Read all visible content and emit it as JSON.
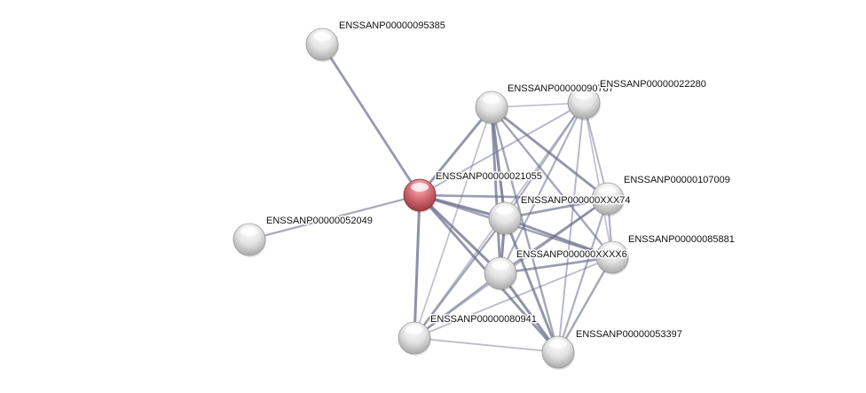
{
  "network": {
    "query_color": "#cc5a62",
    "node_color": "#dedede",
    "edge_color": "#6b6f8c",
    "nodes": [
      {
        "id": "n95385",
        "label": "ENSSANP00000095385",
        "query": false
      },
      {
        "id": "n90787",
        "label": "ENSSANP00000090787",
        "query": false
      },
      {
        "id": "n22280",
        "label": "ENSSANP00000022280",
        "query": false
      },
      {
        "id": "n21055",
        "label": "ENSSANP00000021055",
        "query": true
      },
      {
        "id": "n107009",
        "label": "ENSSANP00000107009",
        "query": false
      },
      {
        "id": "nXX74",
        "label": "ENSSANP000000XXX74",
        "query": false
      },
      {
        "id": "n52049",
        "label": "ENSSANP00000052049",
        "query": false
      },
      {
        "id": "n85881",
        "label": "ENSSANP00000085881",
        "query": false
      },
      {
        "id": "nXX6",
        "label": "ENSSANP000000XXXX6",
        "query": false
      },
      {
        "id": "n80941",
        "label": "ENSSANP00000080941",
        "query": false
      },
      {
        "id": "n53397",
        "label": "ENSSANP00000053397",
        "query": false
      }
    ],
    "edges": [
      {
        "s": "n95385",
        "t": "n21055",
        "strength": 0.75
      },
      {
        "s": "n52049",
        "t": "n21055",
        "strength": 0.55
      },
      {
        "s": "n21055",
        "t": "n90787",
        "strength": 0.8
      },
      {
        "s": "n21055",
        "t": "n22280",
        "strength": 0.4
      },
      {
        "s": "n21055",
        "t": "nXX74",
        "strength": 0.9
      },
      {
        "s": "n21055",
        "t": "n107009",
        "strength": 0.7
      },
      {
        "s": "n21055",
        "t": "nXX6",
        "strength": 0.85
      },
      {
        "s": "n21055",
        "t": "n85881",
        "strength": 0.65
      },
      {
        "s": "n21055",
        "t": "n80941",
        "strength": 0.85
      },
      {
        "s": "n21055",
        "t": "n53397",
        "strength": 0.8
      },
      {
        "s": "n90787",
        "t": "n22280",
        "strength": 0.3
      },
      {
        "s": "n90787",
        "t": "nXX74",
        "strength": 0.9
      },
      {
        "s": "n90787",
        "t": "n107009",
        "strength": 0.8
      },
      {
        "s": "n90787",
        "t": "nXX6",
        "strength": 0.8
      },
      {
        "s": "n90787",
        "t": "n85881",
        "strength": 0.6
      },
      {
        "s": "n90787",
        "t": "n80941",
        "strength": 0.3
      },
      {
        "s": "n90787",
        "t": "n53397",
        "strength": 0.6
      },
      {
        "s": "n22280",
        "t": "nXX74",
        "strength": 0.5
      },
      {
        "s": "n22280",
        "t": "n107009",
        "strength": 0.4
      },
      {
        "s": "n22280",
        "t": "nXX6",
        "strength": 0.5
      },
      {
        "s": "n22280",
        "t": "n85881",
        "strength": 0.3
      },
      {
        "s": "n22280",
        "t": "n53397",
        "strength": 0.4
      },
      {
        "s": "n22280",
        "t": "n80941",
        "strength": 0.3
      },
      {
        "s": "nXX74",
        "t": "n107009",
        "strength": 0.7
      },
      {
        "s": "nXX74",
        "t": "nXX6",
        "strength": 0.9
      },
      {
        "s": "nXX74",
        "t": "n85881",
        "strength": 0.8
      },
      {
        "s": "nXX74",
        "t": "n80941",
        "strength": 0.6
      },
      {
        "s": "nXX74",
        "t": "n53397",
        "strength": 0.8
      },
      {
        "s": "n107009",
        "t": "nXX6",
        "strength": 0.7
      },
      {
        "s": "n107009",
        "t": "n85881",
        "strength": 0.5
      },
      {
        "s": "n107009",
        "t": "n53397",
        "strength": 0.5
      },
      {
        "s": "n107009",
        "t": "n80941",
        "strength": 0.35
      },
      {
        "s": "nXX6",
        "t": "n85881",
        "strength": 0.7
      },
      {
        "s": "nXX6",
        "t": "n80941",
        "strength": 0.6
      },
      {
        "s": "nXX6",
        "t": "n53397",
        "strength": 0.85
      },
      {
        "s": "n85881",
        "t": "n53397",
        "strength": 0.6
      },
      {
        "s": "n85881",
        "t": "n80941",
        "strength": 0.35
      },
      {
        "s": "n80941",
        "t": "n53397",
        "strength": 0.35
      }
    ]
  }
}
